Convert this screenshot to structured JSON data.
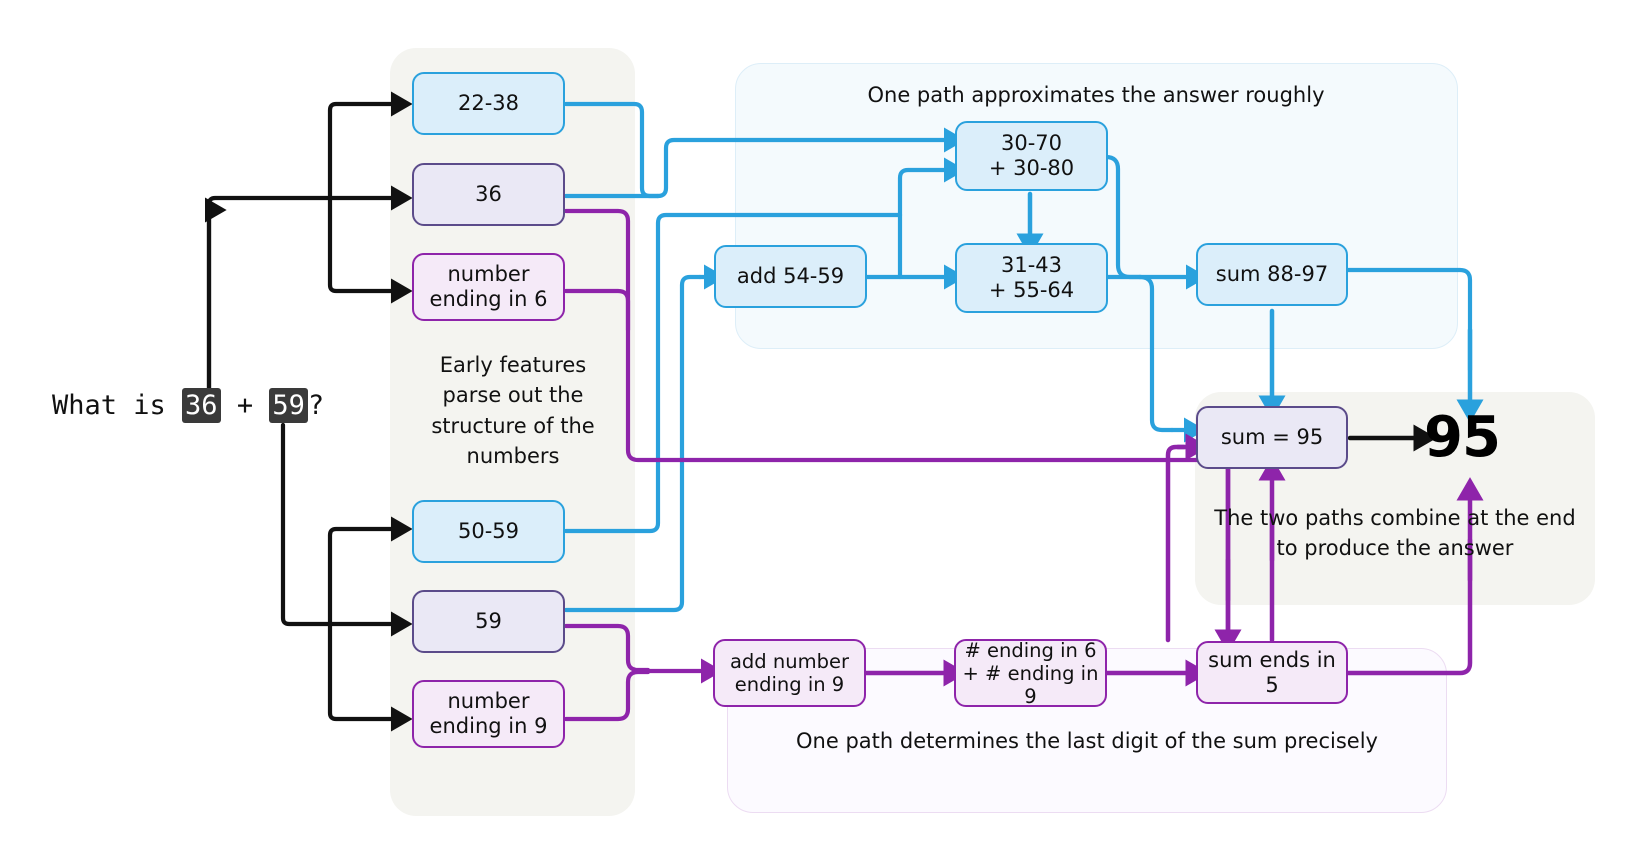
{
  "prompt": {
    "prefix": "What is ",
    "token_a": "36",
    "middle": " + ",
    "token_b": "59",
    "suffix": "?"
  },
  "answer": "95",
  "colors": {
    "blue_stroke": "#2aa1dd",
    "blue_fill": "#dbeefa",
    "purple_stroke": "#8e24aa",
    "purple_fill": "#f5eaf8",
    "lavender_stroke": "#5b4b8a",
    "lavender_fill": "#eae8f5",
    "black_stroke": "#111111",
    "panel_warm": "#f4f4f0",
    "panel_blue": "#f4fafd",
    "panel_purple": "#fcfaff"
  },
  "panels": {
    "early": {
      "caption": "Early features\nparse out the\nstructure of the\nnumbers"
    },
    "approx": {
      "caption": "One path approximates the answer roughly"
    },
    "precise": {
      "caption": "One path determines the last digit of the sum precisely"
    },
    "combine": {
      "caption": "The two paths combine at the end\nto produce the answer"
    }
  },
  "nodes": {
    "range_22_38": {
      "label": "22-38",
      "type": "blue"
    },
    "value_36": {
      "label": "36",
      "type": "lavender"
    },
    "ending_6": {
      "label": "number\nending in 6",
      "type": "purple"
    },
    "range_50_59": {
      "label": "50-59",
      "type": "blue"
    },
    "value_59": {
      "label": "59",
      "type": "lavender"
    },
    "ending_9": {
      "label": "number\nending in 9",
      "type": "purple"
    },
    "add_54_59": {
      "label": "add 54-59",
      "type": "blue"
    },
    "sum_30_70": {
      "label": "30-70\n+ 30-80",
      "type": "blue"
    },
    "sum_31_43": {
      "label": "31-43\n+ 55-64",
      "type": "blue"
    },
    "sum_88_97": {
      "label": "sum 88-97",
      "type": "blue"
    },
    "add_ending_9": {
      "label": "add number\nending in 9",
      "type": "purple"
    },
    "ending_6_plus_9": {
      "label": "# ending in 6\n+ # ending in 9",
      "type": "purple"
    },
    "sum_ends_5": {
      "label": "sum ends in 5",
      "type": "purple"
    },
    "sum_equals_95": {
      "label": "sum = 95",
      "type": "lavender"
    }
  }
}
